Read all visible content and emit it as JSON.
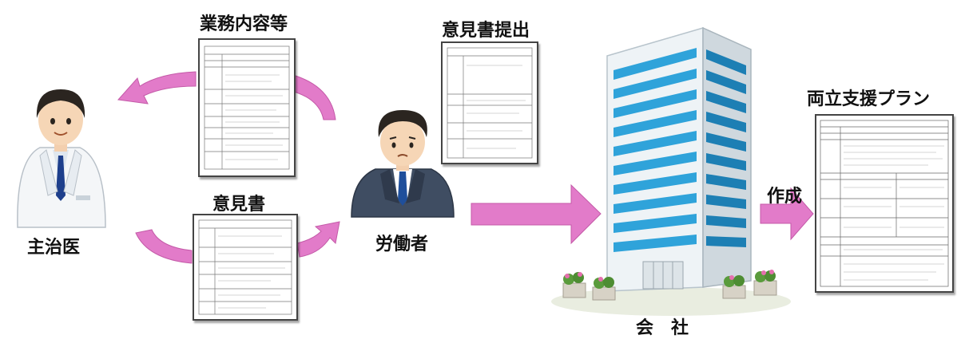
{
  "labels": {
    "doctor": "主治医",
    "worker": "労働者",
    "company": "会　社",
    "work_content": "業務内容等",
    "opinion": "意見書",
    "opinion_submit": "意見書提出",
    "create": "作成",
    "plan": "両立支援プラン"
  },
  "colors": {
    "arrow": "#e27bc9",
    "arrow_stroke": "#c45aa8",
    "building_glass": "#2fa3da"
  },
  "icons": [
    "doctor-icon",
    "worker-icon",
    "building-icon",
    "document-icon"
  ]
}
